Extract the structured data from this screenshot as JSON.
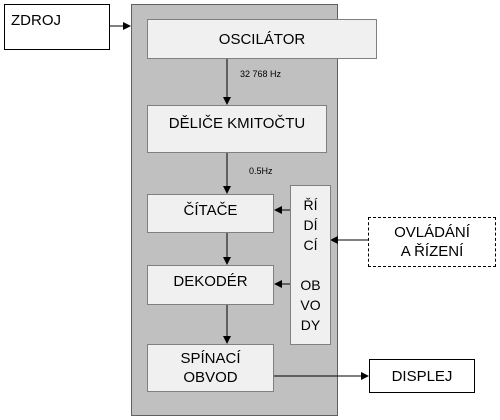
{
  "blocks": {
    "zdroj": "ZDROJ",
    "oscilator": "OSCILÁTOR",
    "delice": "DĚLIČE KMITOČTU",
    "citace": "ČÍTAČE",
    "dekoder": "DEKODÉR",
    "spinaci": [
      "SPÍNACÍ",
      "OBVOD"
    ],
    "displej": "DISPLEJ",
    "ovladani": [
      "OVLÁDÁNÍ",
      "A ŘÍZENÍ"
    ],
    "ridici_obvody": [
      "ŘÍ",
      "DÍ",
      "CÍ",
      "",
      "OB",
      "VO",
      "DY"
    ]
  },
  "frequencies": {
    "osc_out": "32 768 Hz",
    "div_out": "0.5Hz"
  }
}
